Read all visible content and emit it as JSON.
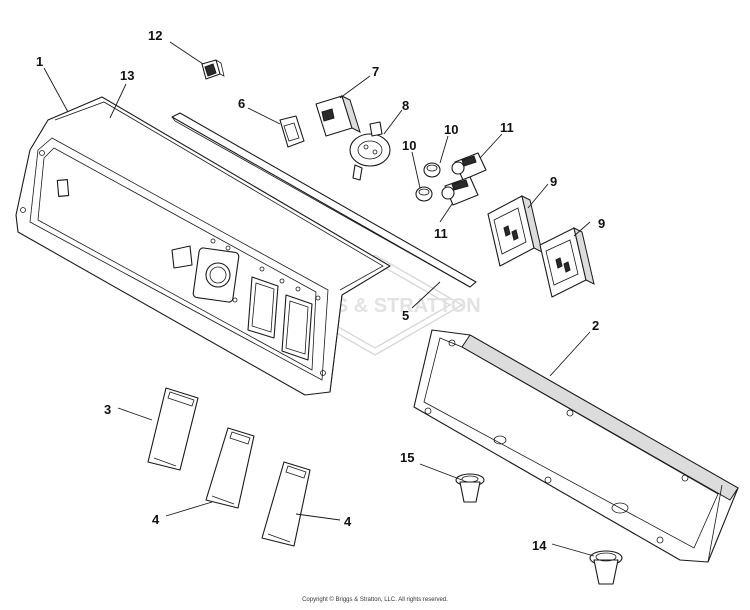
{
  "watermark": {
    "text": "BRIGGS & STRATTON"
  },
  "callouts": [
    {
      "id": "c1",
      "label": "1"
    },
    {
      "id": "c13",
      "label": "13"
    },
    {
      "id": "c12",
      "label": "12"
    },
    {
      "id": "c7",
      "label": "7"
    },
    {
      "id": "c6",
      "label": "6"
    },
    {
      "id": "c8",
      "label": "8"
    },
    {
      "id": "c10a",
      "label": "10"
    },
    {
      "id": "c10b",
      "label": "10"
    },
    {
      "id": "c11a",
      "label": "11"
    },
    {
      "id": "c11b",
      "label": "11"
    },
    {
      "id": "c9a",
      "label": "9"
    },
    {
      "id": "c9b",
      "label": "9"
    },
    {
      "id": "c5",
      "label": "5"
    },
    {
      "id": "c2",
      "label": "2"
    },
    {
      "id": "c3",
      "label": "3"
    },
    {
      "id": "c4a",
      "label": "4"
    },
    {
      "id": "c4b",
      "label": "4"
    },
    {
      "id": "c15",
      "label": "15"
    },
    {
      "id": "c14",
      "label": "14"
    }
  ],
  "copyright": "Copyright © Briggs & Stratton, LLC. All rights reserved."
}
